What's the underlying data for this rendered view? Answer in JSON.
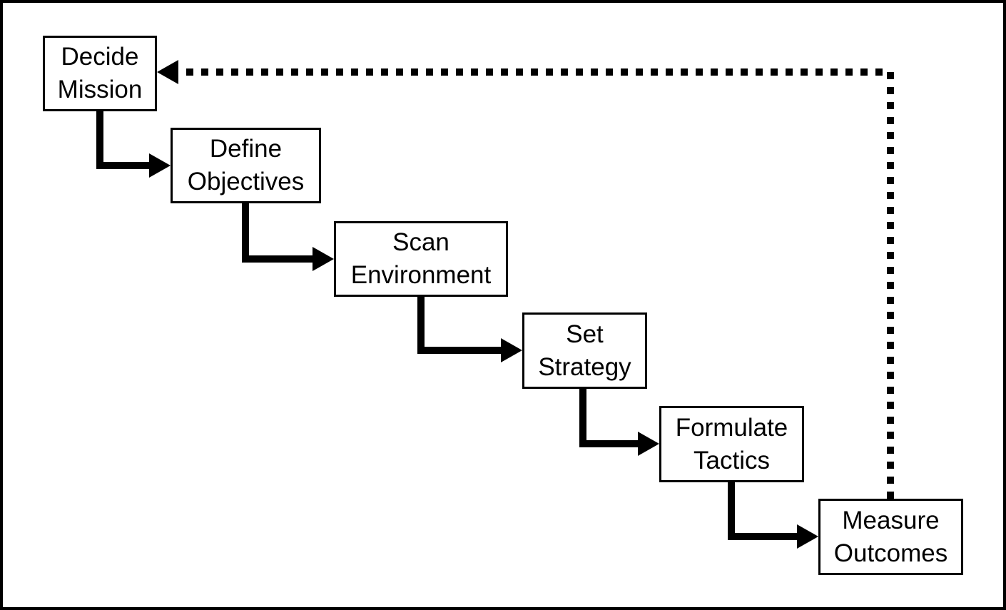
{
  "diagram": {
    "type": "flowchart",
    "description": "Planning process staircase flow with dotted feedback loop",
    "colors": {
      "ink": "#000000",
      "background": "#ffffff"
    },
    "nodes": [
      {
        "id": "decide-mission",
        "label": "Decide Mission",
        "lines": [
          "Decide",
          "Mission"
        ]
      },
      {
        "id": "define-objectives",
        "label": "Define Objectives",
        "lines": [
          "Define",
          "Objectives"
        ]
      },
      {
        "id": "scan-environment",
        "label": "Scan Environment",
        "lines": [
          "Scan",
          "Environment"
        ]
      },
      {
        "id": "set-strategy",
        "label": "Set Strategy",
        "lines": [
          "Set",
          "Strategy"
        ]
      },
      {
        "id": "formulate-tactics",
        "label": "Formulate Tactics",
        "lines": [
          "Formulate",
          "Tactics"
        ]
      },
      {
        "id": "measure-outcomes",
        "label": "Measure Outcomes",
        "lines": [
          "Measure",
          "Outcomes"
        ]
      }
    ],
    "edges": [
      {
        "from": "Decide Mission",
        "to": "Define Objectives",
        "style": "solid-arrow"
      },
      {
        "from": "Define Objectives",
        "to": "Scan Environment",
        "style": "solid-arrow"
      },
      {
        "from": "Scan Environment",
        "to": "Set Strategy",
        "style": "solid-arrow"
      },
      {
        "from": "Set Strategy",
        "to": "Formulate Tactics",
        "style": "solid-arrow"
      },
      {
        "from": "Formulate Tactics",
        "to": "Measure Outcomes",
        "style": "solid-arrow"
      },
      {
        "from": "Measure Outcomes",
        "to": "Decide Mission",
        "style": "dotted-arrow-feedback"
      }
    ]
  }
}
